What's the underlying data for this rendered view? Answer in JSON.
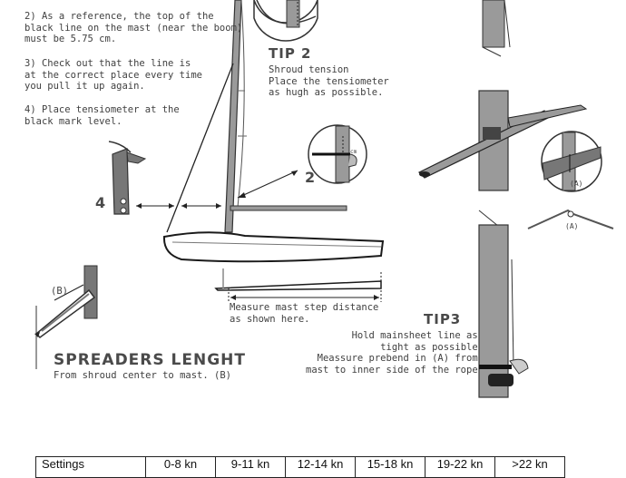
{
  "instructions": {
    "step2": "2) As a reference, the top of the\nblack line on the mast (near the boom)\nmust be 5.75 cm.",
    "step3": "3) Check out that the line is\nat the correct place every time\nyou pull it up again.",
    "step4": "4) Place tensiometer at the\nblack mark level."
  },
  "tip2": {
    "title": "TIP 2",
    "body": "Shroud tension\nPlace the tensiometer\nas hugh as possible."
  },
  "tip3": {
    "title": "TIP3",
    "body": "Hold mainsheet line as\ntight as possible\nMeassure prebend in (A) from\nmast to inner side of the rope"
  },
  "spreaders": {
    "title": "SPREADERS LENGHT",
    "body": "From shroud center to mast. (B)"
  },
  "mast_step": {
    "caption": "Measure mast step distance\nas shown here."
  },
  "labels": {
    "four": "4",
    "two": "2",
    "b_label": "(B)",
    "a_label_1": "(A)",
    "a_label_2": "(A)",
    "cm": "cm"
  },
  "table": {
    "first_header": "Settings",
    "wind_ranges": [
      "0-8 kn",
      "9-11 kn",
      "12-14 kn",
      "15-18 kn",
      "19-22 kn",
      ">22 kn"
    ]
  },
  "colors": {
    "mast_gray": "#9a9a9a",
    "dark_gray": "#555555",
    "ink": "#1a1a1a"
  }
}
